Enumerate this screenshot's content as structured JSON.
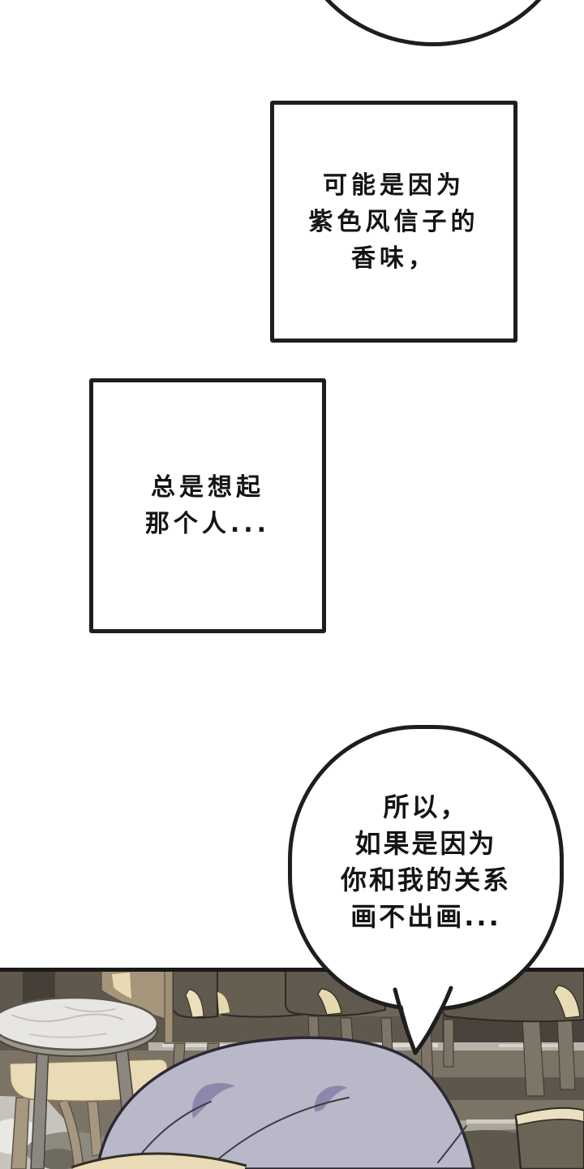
{
  "panels": {
    "box1": {
      "lines": [
        "可能是因为",
        "紫色风信子的",
        "香味，"
      ]
    },
    "box2": {
      "lines": [
        "总是想起",
        "那个人..."
      ]
    },
    "speech": {
      "lines": [
        "所以，",
        "如果是因为",
        "你和我的关系",
        "画不出画..."
      ]
    }
  },
  "colors": {
    "ink": "#1e1e1e",
    "paper": "#ffffff",
    "hair": "#b9b8c8",
    "hair_shadow": "#8d87ab",
    "wall": "#6e6759",
    "wainscot": "#5f584c",
    "floor": "#7b7365",
    "floor_stripe": "#b7b3aa",
    "marble": "#e8e6e2",
    "wood_light": "#e9dbb6",
    "wood_leg": "#a69780",
    "chair_dark": "#60594d",
    "chair_insert": "#e9dbb4"
  }
}
